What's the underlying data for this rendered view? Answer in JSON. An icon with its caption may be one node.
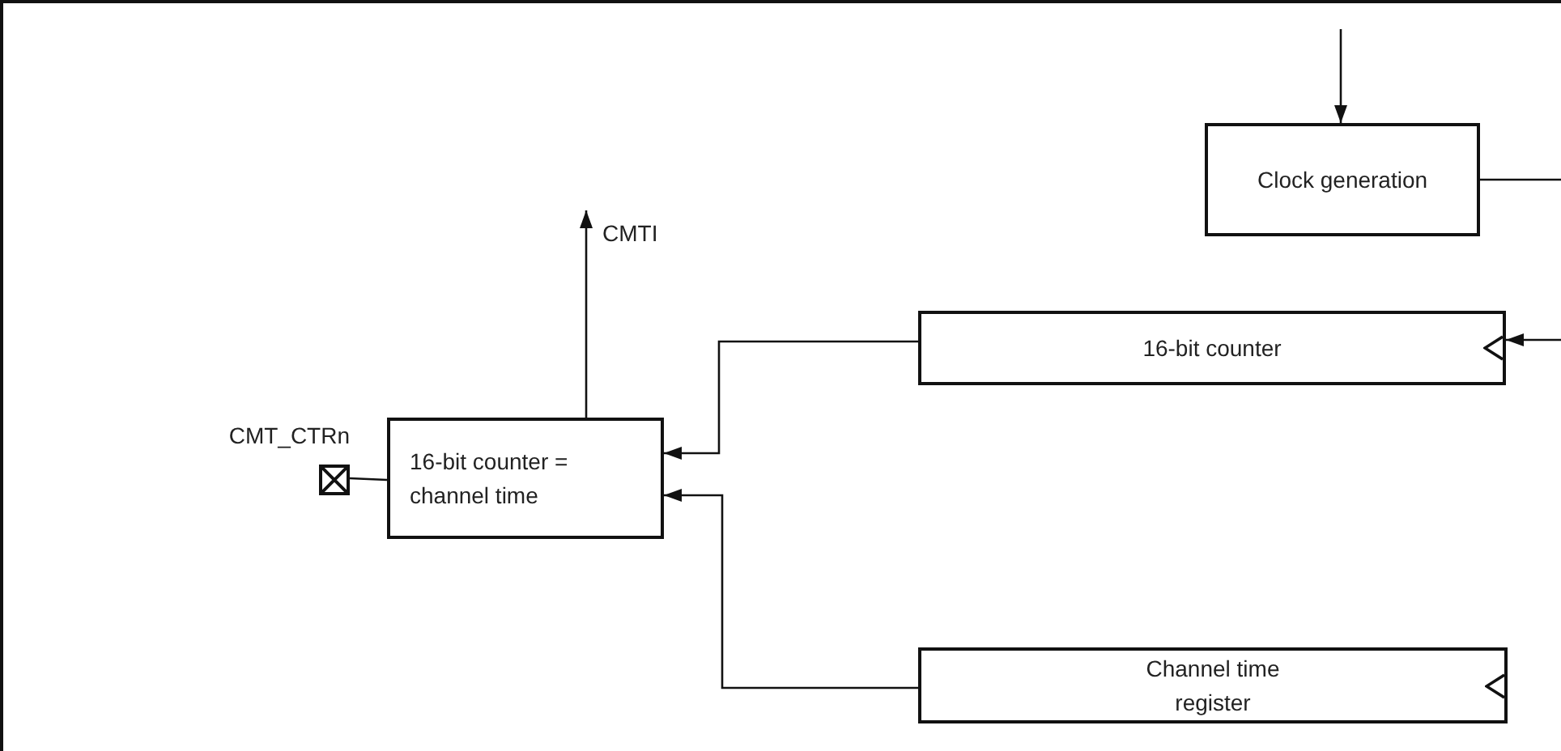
{
  "diagram": {
    "nodes": [
      {
        "text": [
          "Clock generation"
        ]
      },
      {
        "text": [
          "16-bit counter"
        ]
      },
      {
        "text": [
          "16-bit counter = channel time"
        ]
      },
      {
        "text": [
          "Channel time register"
        ]
      },
      {
        "text": [],
        "shape": "box",
        "beside": [
          "CMT_CTRn"
        ]
      }
    ],
    "edges": [
      {
        "from": null,
        "to": 0,
        "arrow": "to"
      },
      {
        "from": 0,
        "to": null,
        "arrow": "none"
      },
      {
        "from": null,
        "to": 1,
        "arrow": "to"
      },
      {
        "from": 1,
        "to": 2,
        "arrow": "to"
      },
      {
        "from": 3,
        "to": 2,
        "arrow": "to"
      },
      {
        "from": 2,
        "to": null,
        "arrow": "to",
        "label": "CMTI"
      },
      {
        "from": 4,
        "to": 2,
        "arrow": "none"
      }
    ]
  }
}
